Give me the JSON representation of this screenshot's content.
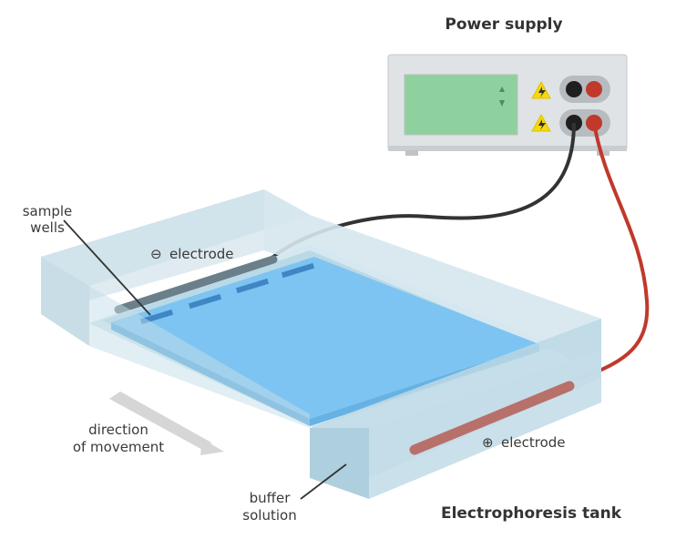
{
  "labels": {
    "power_supply": "Power supply",
    "sample_wells_1": "sample",
    "sample_wells_2": "wells",
    "neg_electrode_symbol": "⊖",
    "neg_electrode_text": "electrode",
    "pos_electrode_symbol": "⊕",
    "pos_electrode_text": "electrode",
    "direction_1": "direction",
    "direction_2": "of movement",
    "buffer_1": "buffer",
    "buffer_2": "solution",
    "tank": "Electrophoresis tank"
  },
  "colors": {
    "tank_glass": "#c4dde8",
    "buffer": "#a9cfe0",
    "gel": "#7ec4f2",
    "neg_wire": "#333333",
    "pos_wire": "#c0392b",
    "display": "#8fd19e",
    "warning": "#f5d90a"
  }
}
